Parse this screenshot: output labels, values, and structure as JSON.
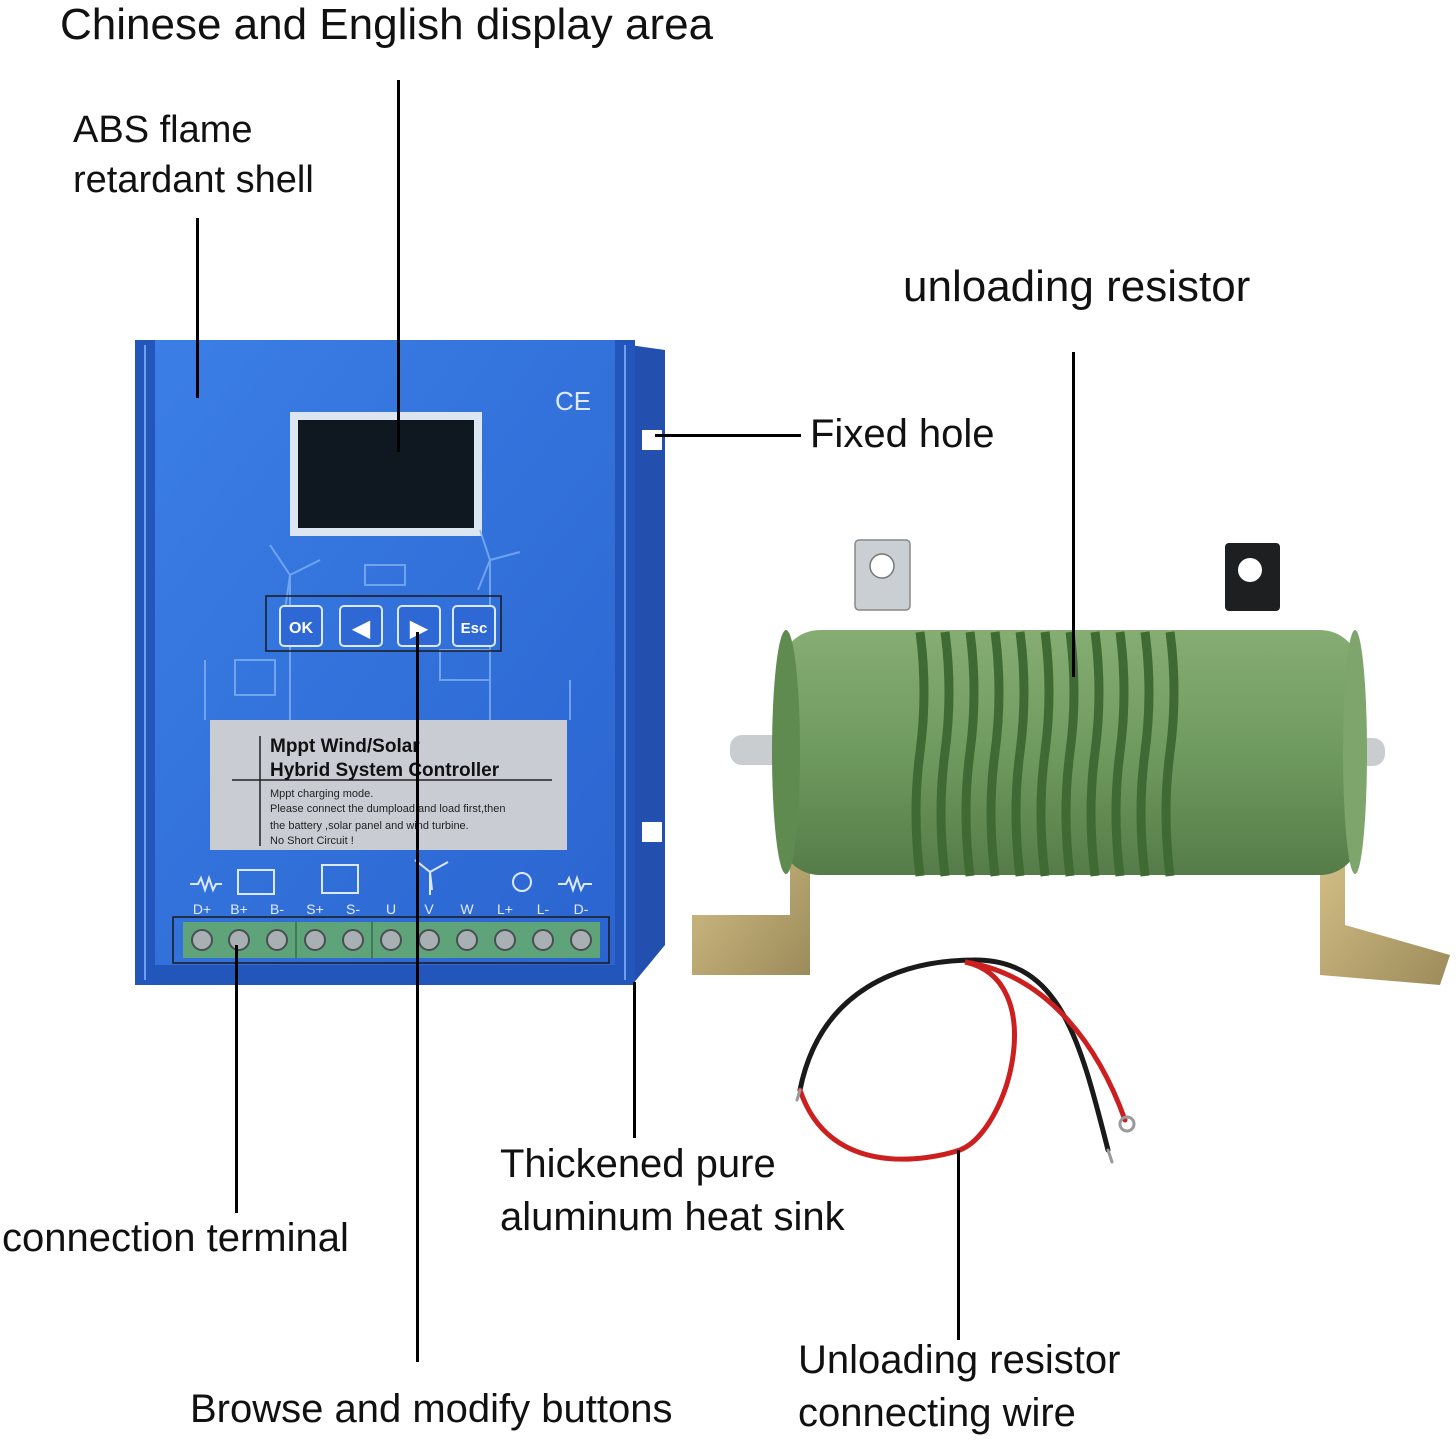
{
  "labels": {
    "display_area": "Chinese and English display area",
    "shell": [
      "ABS flame",
      "retardant shell"
    ],
    "resistor": "unloading resistor",
    "fixed_hole": "Fixed hole",
    "terminal": "connection terminal",
    "heat_sink": [
      "Thickened pure",
      "aluminum heat sink"
    ],
    "buttons": "Browse and modify buttons",
    "wire": [
      "Unloading resistor",
      "connecting wire"
    ]
  },
  "controller": {
    "ce_mark": "CE",
    "buttons": [
      "OK",
      "◀",
      "▶",
      "Esc"
    ],
    "panel_title": [
      "Mppt Wind/Solar",
      "Hybrid System Controller"
    ],
    "panel_notes": [
      "Mppt charging mode.",
      "Please connect the dumpload and load first,then",
      "the battery ,solar panel and wind turbine.",
      "No Short Circuit !"
    ],
    "terminal_labels": [
      "D+",
      "B+",
      "B-",
      "S+",
      "S-",
      "U",
      "V",
      "W",
      "L+",
      "L-",
      "D-"
    ]
  },
  "colors": {
    "controller_blue": "#2f6fd8",
    "controller_dark": "#1f4fb0",
    "terminal_green": "#5ea37a",
    "resistor_green": "#6f9a5f",
    "wire_red": "#cc1f1f",
    "wire_black": "#1a1a1a"
  }
}
